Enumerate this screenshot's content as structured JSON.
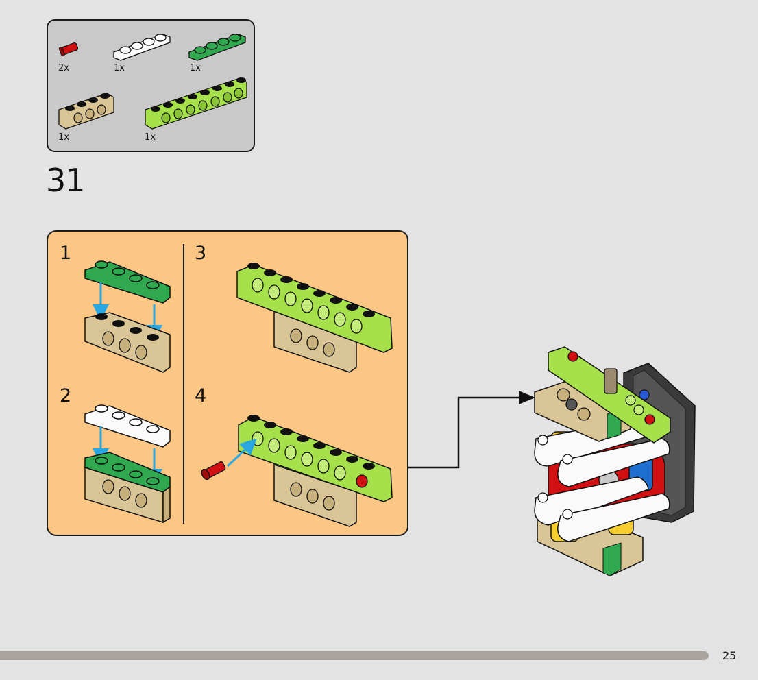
{
  "page": {
    "step_number": "31",
    "page_number": "25",
    "progress_fraction": 0.935
  },
  "parts_list": [
    {
      "part": "red-connector-pin",
      "qty": "2x",
      "color": "#d01012"
    },
    {
      "part": "white-plate-1x4",
      "qty": "1x",
      "color": "#ffffff"
    },
    {
      "part": "green-plate-1x4",
      "qty": "1x",
      "color": "#2fa84f"
    },
    {
      "part": "tan-technic-brick-1x4",
      "qty": "1x",
      "color": "#d9c596"
    },
    {
      "part": "lime-technic-brick-1x8",
      "qty": "1x",
      "color": "#a6e04a"
    }
  ],
  "substeps": [
    {
      "number": "1",
      "description": "Attach green plate onto tan technic brick"
    },
    {
      "number": "2",
      "description": "Attach white plate onto green plate"
    },
    {
      "number": "3",
      "description": "Place lime technic brick on top"
    },
    {
      "number": "4",
      "description": "Insert red pin into lime brick"
    }
  ],
  "colors": {
    "background": "#e3e3e3",
    "parts_box": "#c9c9c9",
    "substeps_box": "#fcc785",
    "arrow_blue": "#2aa7e0",
    "progress_track": "#aaa49f"
  }
}
